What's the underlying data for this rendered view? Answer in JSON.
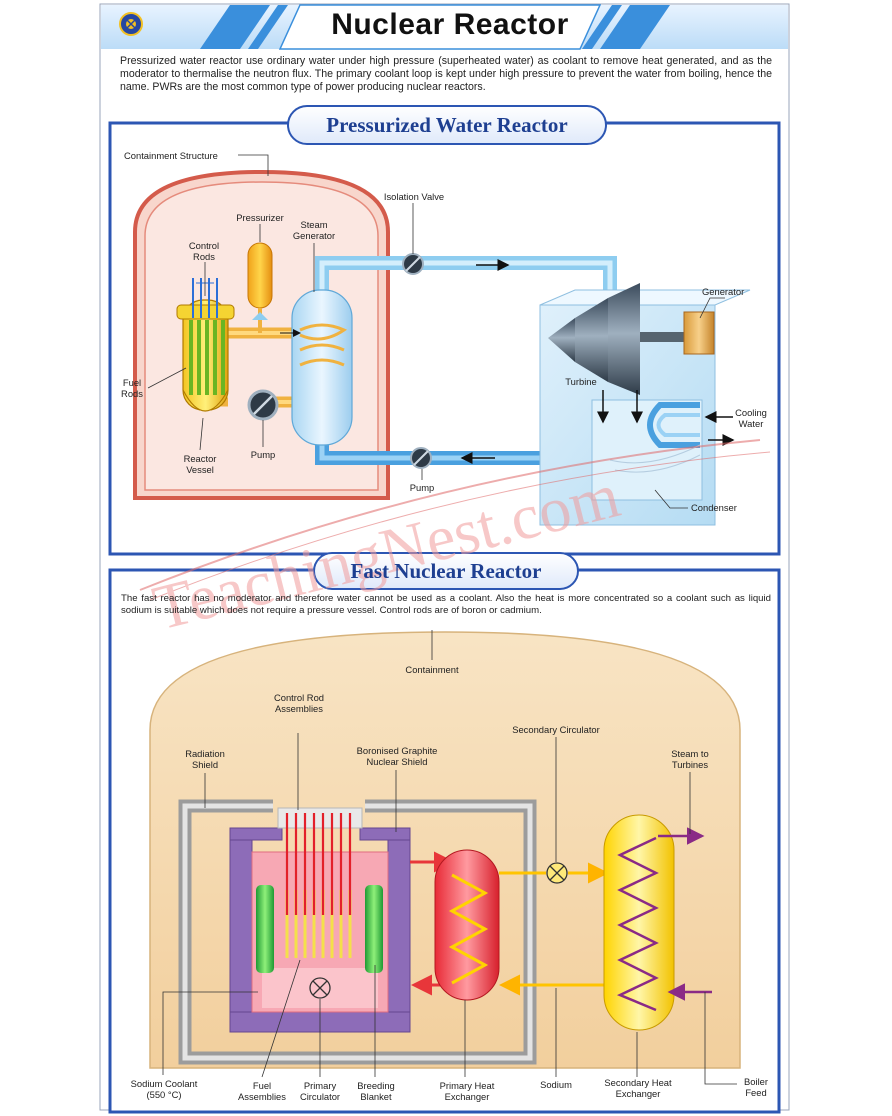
{
  "header": {
    "title": "Nuclear Reactor",
    "intro": "Pressurized water reactor use ordinary water under high pressure (superheated water) as coolant to remove heat generated, and as the moderator to thermalise the neutron flux. The primary coolant loop is kept under high pressure to prevent the water from boiling, hence the name. PWRs are the most common type of power producing nuclear reactors."
  },
  "pwr": {
    "title": "Pressurized Water Reactor",
    "labels": {
      "containment": "Containment Structure",
      "pressurizer": "Pressurizer",
      "control_rods": "Control Rods",
      "steam_generator": "Steam Generator",
      "isolation_valve": "Isolation Valve",
      "generator": "Generator",
      "fuel_rods": "Fuel Rods",
      "turbine": "Turbine",
      "cooling_water": "Cooling Water",
      "reactor_vessel": "Reactor Vessel",
      "pump_inner": "Pump",
      "pump_outer": "Pump",
      "condenser": "Condenser"
    }
  },
  "fast": {
    "title": "Fast Nuclear Reactor",
    "description": "The fast reactor has no moderator and therefore water cannot be used as a coolant. Also the heat is more concentrated so a coolant such as liquid sodium is suitable which does not require a pressure vessel. Control rods are of boron or cadmium.",
    "labels": {
      "containment": "Containment",
      "control_rod_assemblies": "Control Rod Assemblies",
      "radiation_shield": "Radiation Shield",
      "boronised_graphite": "Boronised Graphite Nuclear Shield",
      "secondary_circulator": "Secondary Circulator",
      "steam_to_turbines": "Steam to Turbines",
      "sodium_coolant": "Sodium Coolant (550 °C)",
      "fuel_assemblies": "Fuel Assemblies",
      "primary_circulator": "Primary Circulator",
      "breeding_blanket": "Breeding Blanket",
      "primary_heat_exchanger": "Primary Heat Exchanger",
      "sodium": "Sodium",
      "secondary_heat_exchanger": "Secondary Heat Exchanger",
      "boiler_feed": "Boiler Feed"
    }
  },
  "watermark": "TeachingNest.com",
  "colors": {
    "title_blue": "#1e3f91",
    "frame_blue": "#2c56b3",
    "containment_pink": "#f6d2c8",
    "containment_red": "#d45b4b",
    "pipe_blue": "#8ecdf0",
    "pipe_orange": "#f0b240",
    "fast_containment": "#f6dcb4",
    "shield_grey": "#b8b8b8",
    "sodium_yellow": "#ffd400",
    "primary_loop_red": "#e8363a"
  },
  "icons": [
    "logo-emblem-icon",
    "arrow-right-icon",
    "arrow-left-icon",
    "arrow-down-icon",
    "circulator-x-icon"
  ]
}
